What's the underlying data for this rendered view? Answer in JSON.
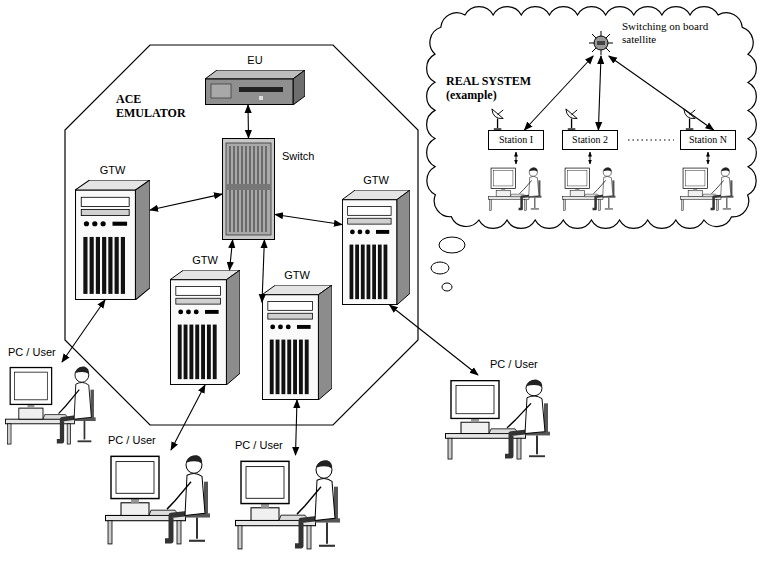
{
  "diagram": {
    "nodes": [
      {
        "text": [
          "ACE EMULATOR"
        ]
      },
      {
        "text": [
          "EU"
        ],
        "in": 0
      },
      {
        "text": [
          "Switch"
        ],
        "in": 0
      },
      {
        "text": [
          "GTW"
        ],
        "in": 0
      },
      {
        "text": [
          "GTW"
        ],
        "in": 0
      },
      {
        "text": [
          "GTW"
        ],
        "in": 0
      },
      {
        "text": [
          "GTW"
        ],
        "in": 0
      },
      {
        "text": [
          "REAL SYSTEM (example)"
        ]
      },
      {
        "text": [
          "Switching on board satellite"
        ],
        "in": 7
      },
      {
        "text": [
          "Station I"
        ],
        "in": 7
      },
      {
        "text": [
          "Station 2"
        ],
        "in": 7
      },
      {
        "text": [
          "Station N"
        ],
        "in": 7
      },
      {
        "text": [
          "PC / User"
        ]
      },
      {
        "text": [
          "PC / User"
        ]
      },
      {
        "text": [
          "PC / User"
        ]
      },
      {
        "text": [
          "PC / User"
        ]
      }
    ],
    "edges": [
      {
        "from": 2,
        "to": 1,
        "arrow": "both"
      },
      {
        "from": 2,
        "to": 3,
        "arrow": "both"
      },
      {
        "from": 2,
        "to": 4,
        "arrow": "both"
      },
      {
        "from": 2,
        "to": 5,
        "arrow": "both"
      },
      {
        "from": 2,
        "to": 6,
        "arrow": "both"
      },
      {
        "from": 8,
        "to": 9,
        "arrow": "both"
      },
      {
        "from": 8,
        "to": 10,
        "arrow": "both"
      },
      {
        "from": 8,
        "to": 11,
        "arrow": "both"
      },
      {
        "from": 3,
        "to": 12,
        "arrow": "both"
      },
      {
        "from": 4,
        "to": 13,
        "arrow": "both"
      },
      {
        "from": 5,
        "to": 14,
        "arrow": "both"
      },
      {
        "from": 6,
        "to": 15,
        "arrow": "both"
      }
    ]
  }
}
